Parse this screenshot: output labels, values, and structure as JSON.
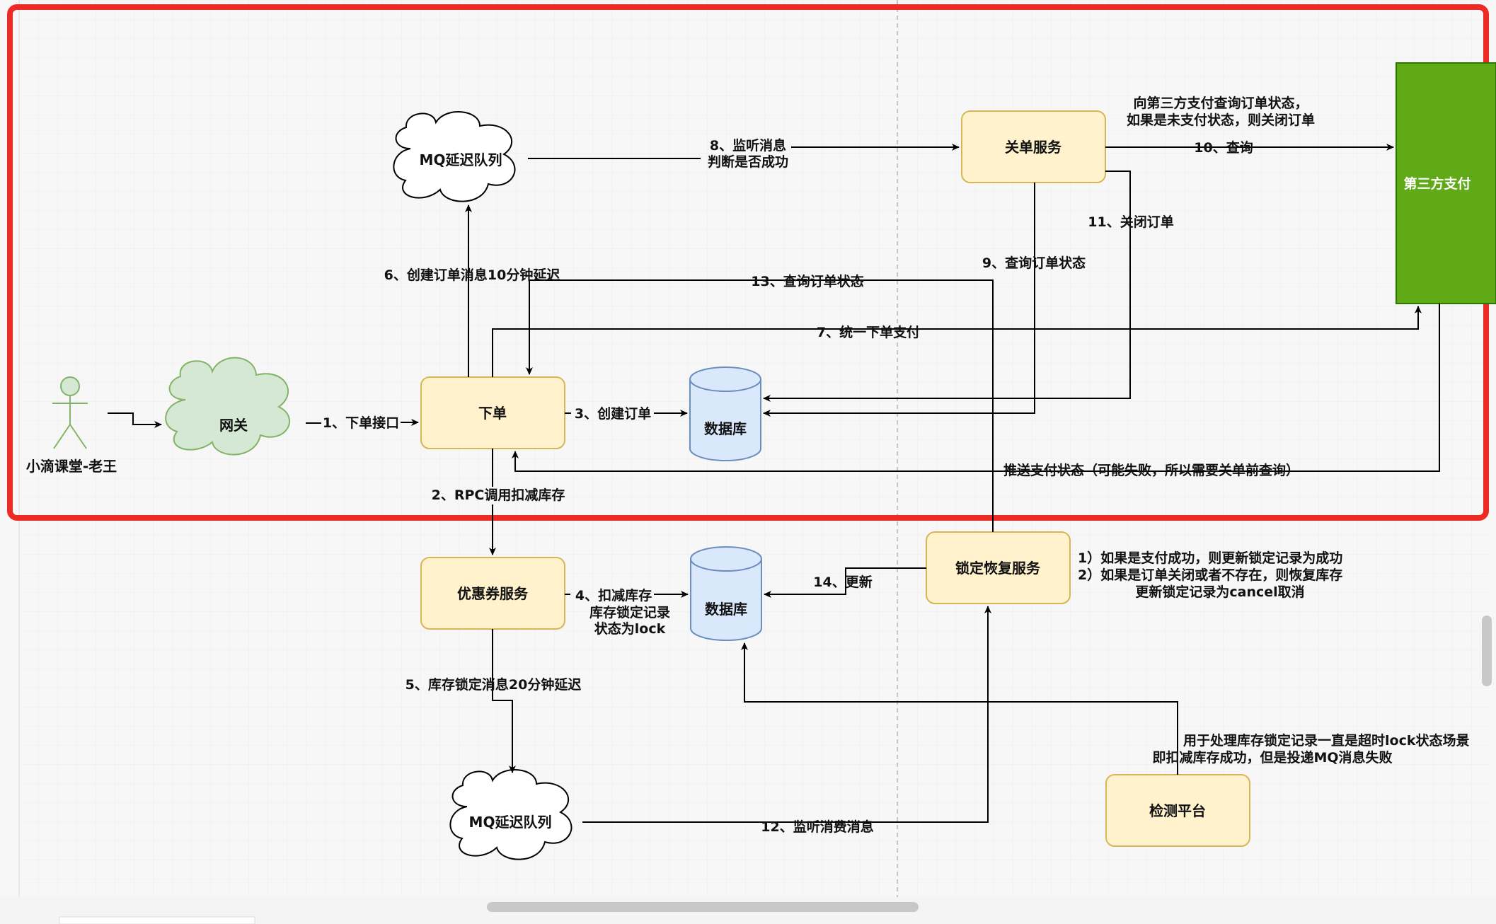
{
  "colors": {
    "frame": "#ee2a24",
    "box_fill": "#fff2cc",
    "box_stroke": "#d6b656",
    "db_fill": "#dae8fc",
    "db_stroke": "#6c8ebf",
    "cloud_green_fill": "#d5e8d4",
    "cloud_green_stroke": "#82b366",
    "third_party_fill": "#60a917",
    "third_party_stroke": "#2d7600"
  },
  "nodes": {
    "actor": "小滴课堂-老王",
    "gateway": "网关",
    "mq_top": "MQ延迟队列",
    "order": "下单",
    "db_top": "数据库",
    "close_service": "关单服务",
    "third_party": "第三方支付",
    "coupon": "优惠券服务",
    "db_bottom": "数据库",
    "lock_restore": "锁定恢复服务",
    "mq_bottom": "MQ延迟队列",
    "monitor": "检测平台"
  },
  "edges": {
    "e1": "1、下单接口",
    "e2": "2、RPC调用扣减库存",
    "e3": "3、创建订单",
    "e4_l1": "4、扣减库存",
    "e4_l2": "库存锁定记录",
    "e4_l3": "状态为lock",
    "e5": "5、库存锁定消息20分钟延迟",
    "e6": "6、创建订单消息10分钟延迟",
    "e7": "7、统一下单支付",
    "e8_l1": "8、监听消息",
    "e8_l2": "判断是否成功",
    "e9": "9、查询订单状态",
    "e10": "10、查询",
    "e11": "11、关闭订单",
    "e12": "12、监听消费消息",
    "e13": "13、查询订单状态",
    "e14": "14、更新",
    "push": "推送支付状态（可能失败，所以需要关单前查询）"
  },
  "notes": {
    "close_l1": "向第三方支付查询订单状态，",
    "close_l2": "如果是未支付状态，则关闭订单",
    "lock_l1": "1）如果是支付成功，则更新锁定记录为成功",
    "lock_l2": "2）如果是订单关闭或者不存在，则恢复库存",
    "lock_l3": "更新锁定记录为cancel取消",
    "monitor_l1": "用于处理库存锁定记录一直是超时lock状态场景",
    "monitor_l2": "即扣减库存成功，但是投递MQ消息失败"
  }
}
